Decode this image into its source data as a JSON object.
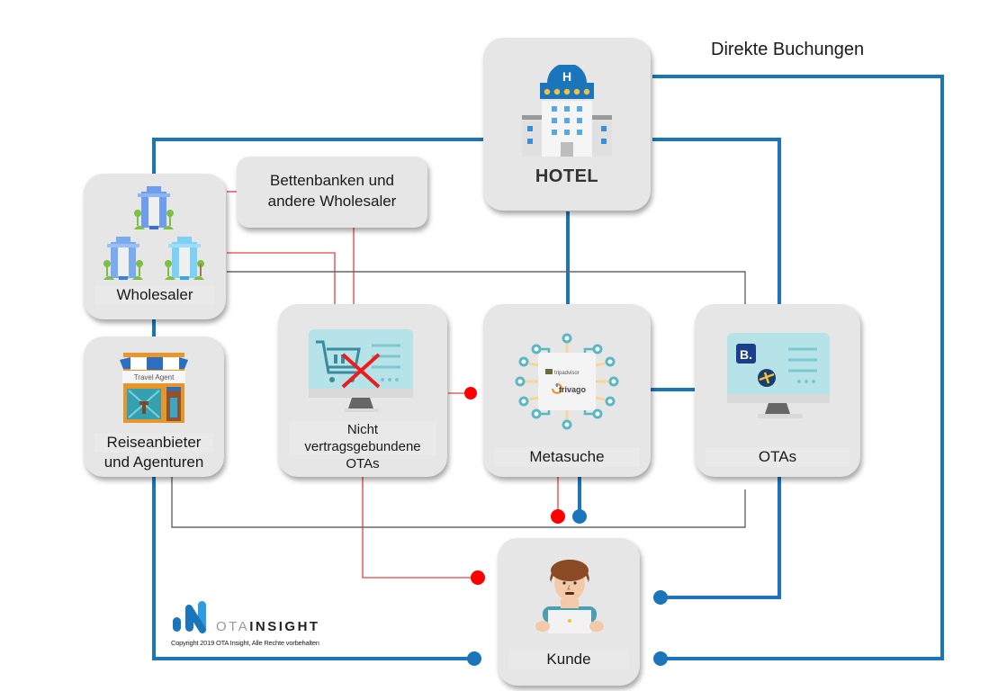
{
  "diagram": {
    "header_label": "Direkte Buchungen",
    "nodes": {
      "hotel": {
        "label": "HOTEL",
        "icon": "hotel-building-icon"
      },
      "wholesaler": {
        "label": "Wholesaler",
        "icon": "hotel-group-icon"
      },
      "bedbanks": {
        "label_line1": "Bettenbanken und",
        "label_line2": "andere Wholesaler"
      },
      "travel_agents": {
        "label_line1": "Reiseanbieter",
        "label_line2": "und Agenturen",
        "icon": "travel-agent-shop-icon",
        "sign_text": "Travel Agent"
      },
      "non_contracted_otas": {
        "label_line1": "Nicht",
        "label_line2": "vertragsgebundene",
        "label_line3": "OTAs",
        "icon": "monitor-cart-crossed-icon"
      },
      "metasearch": {
        "label": "Metasuche",
        "icon": "circuit-chip-icon",
        "logos": [
          "tripadvisor",
          "trivago"
        ]
      },
      "otas": {
        "label": "OTAs",
        "icon": "monitor-booking-expedia-icon",
        "logo_letter": "B."
      },
      "customer": {
        "label": "Kunde",
        "icon": "person-laptop-icon"
      }
    },
    "connections": [
      {
        "from": "hotel",
        "to": "customer",
        "type": "direct",
        "color": "#1a75bb"
      },
      {
        "from": "hotel",
        "to": "wholesaler",
        "type": "contracted",
        "color": "#1a75bb"
      },
      {
        "from": "hotel",
        "to": "metasearch",
        "type": "contracted",
        "color": "#1a75bb"
      },
      {
        "from": "hotel",
        "to": "otas",
        "type": "contracted",
        "color": "#1a75bb"
      },
      {
        "from": "wholesaler",
        "to": "bedbanks",
        "type": "non-contracted",
        "color": "#e8474b"
      },
      {
        "from": "wholesaler",
        "to": "non_contracted_otas",
        "type": "non-contracted",
        "color": "#e8474b"
      },
      {
        "from": "bedbanks",
        "to": "non_contracted_otas",
        "type": "non-contracted",
        "color": "#e8474b"
      },
      {
        "from": "wholesaler",
        "to": "otas",
        "type": "neutral",
        "color": "#666666"
      },
      {
        "from": "travel_agents",
        "to": "otas",
        "type": "neutral",
        "color": "#666666"
      },
      {
        "from": "non_contracted_otas",
        "to": "metasearch",
        "type": "non-contracted",
        "color": "#e8474b"
      },
      {
        "from": "non_contracted_otas",
        "to": "customer",
        "type": "non-contracted",
        "color": "#e8474b"
      },
      {
        "from": "metasearch",
        "to": "otas",
        "type": "contracted",
        "color": "#1a75bb"
      },
      {
        "from": "metasearch",
        "to": "customer",
        "type": "mixed",
        "color": "#1a75bb"
      },
      {
        "from": "otas",
        "to": "customer",
        "type": "contracted",
        "color": "#1a75bb"
      },
      {
        "from": "travel_agents",
        "to": "customer",
        "type": "contracted",
        "color": "#1a75bb"
      }
    ],
    "colors": {
      "blue": "#1a75bb",
      "red": "#e8474b",
      "dot_red": "#ff0000",
      "gray": "#666666",
      "node_bg": "#e6e6e6"
    }
  },
  "footer": {
    "brand_light": "OTA",
    "brand_bold": "INSIGHT",
    "copyright": "Copyright 2019 OTA Insight, Alle Rechte vorbehalten"
  }
}
